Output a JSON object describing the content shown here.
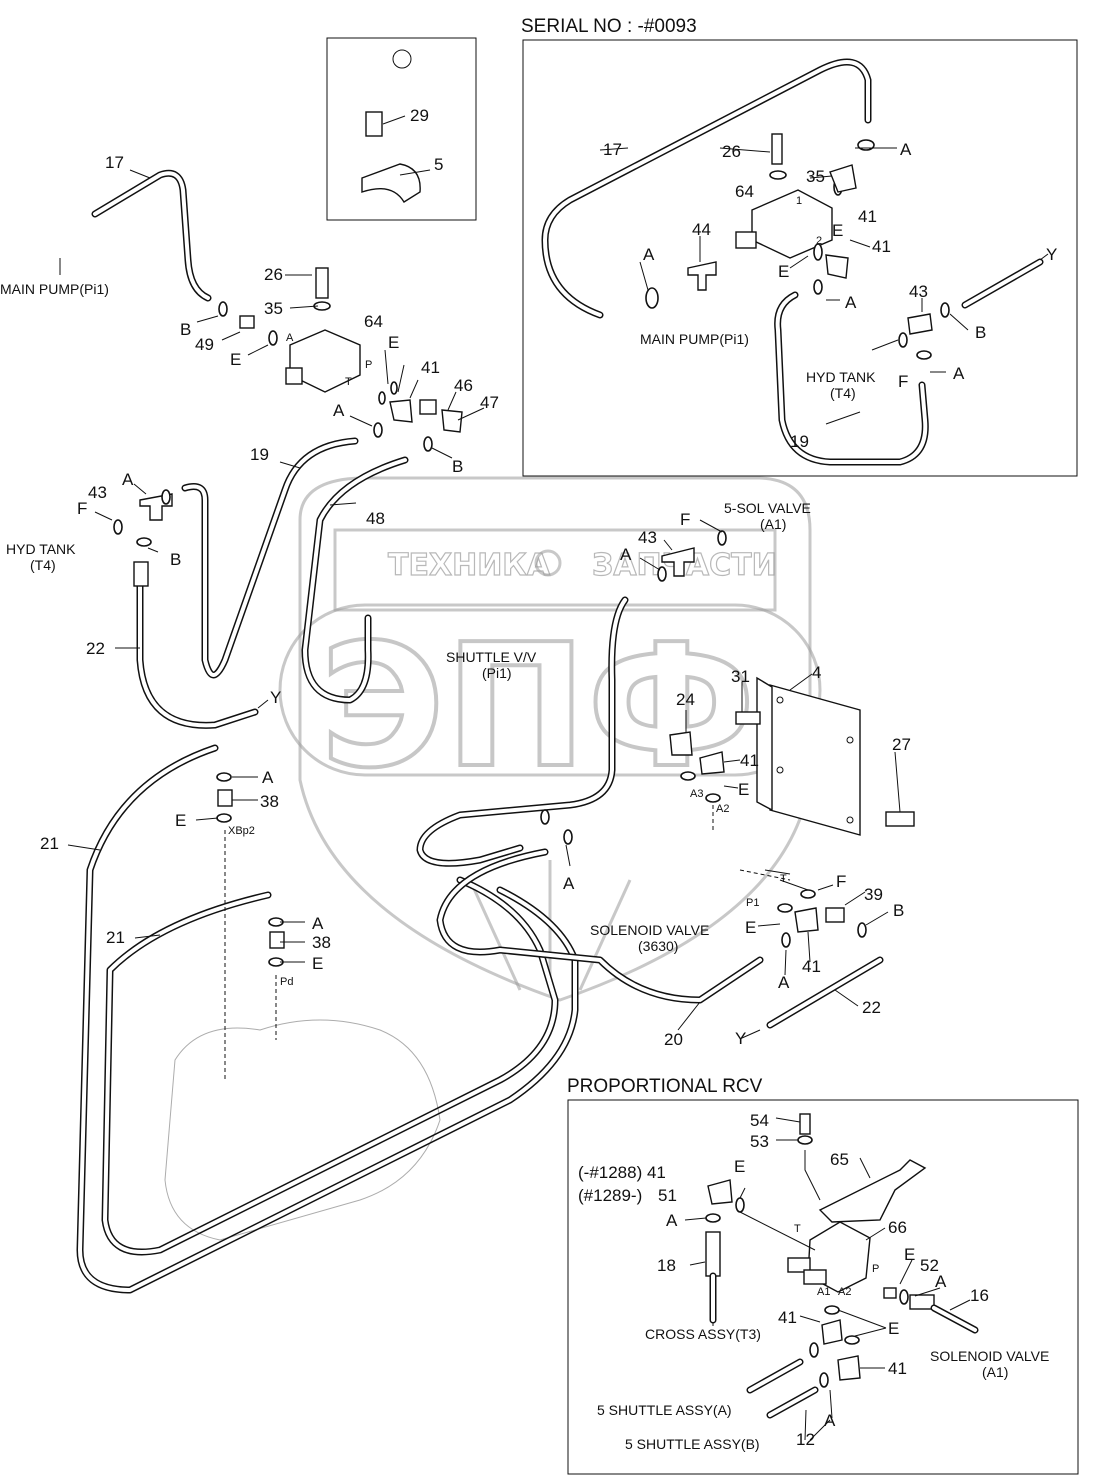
{
  "header": {
    "serial_no": "SERIAL NO : -#0093",
    "proportional_title": "PROPORTIONAL RCV"
  },
  "watermark": {
    "top_text_left": "ТЕХНИКА",
    "top_text_right": "ЗАПЧАСТИ"
  },
  "main_labels": {
    "p17": "17",
    "main_pump": "MAIN PUMP(Pi1)",
    "p26": "26",
    "p35": "35",
    "p64": "64",
    "pB1": "B",
    "p49": "49",
    "pE1": "E",
    "pE2": "E",
    "pA_port": "A",
    "pP_port": "P",
    "pT_port": "T",
    "p41": "41",
    "p46": "46",
    "p47": "47",
    "pA1": "A",
    "pB2": "B",
    "p19": "19",
    "p48": "48",
    "p43": "43",
    "pA2": "A",
    "pF1": "F",
    "hyd_tank": "HYD TANK",
    "t4": "(T4)",
    "pB3": "B",
    "p22": "22",
    "pY1": "Y",
    "shuttle": "SHUTTLE V/V",
    "pi1": "(Pi1)",
    "p5sol": "5-SOL VALVE",
    "a1": "(A1)",
    "pF2": "F",
    "p43b": "43",
    "pA3": "A",
    "p31": "31",
    "p4": "4",
    "p24": "24",
    "p41b": "41",
    "pE3": "E",
    "a3": "A3",
    "a2": "A2",
    "p27": "27",
    "p21a": "21",
    "pA4": "A",
    "p38a": "38",
    "pE4": "E",
    "xbp2": "XBp2",
    "pA5": "A",
    "p21b": "21",
    "pA6": "A",
    "p38b": "38",
    "pE5": "E",
    "pd": "Pd",
    "pT2": "T",
    "pF3": "F",
    "p39": "39",
    "pP1": "P1",
    "pB4": "B",
    "pE6": "E",
    "sol_valve": "SOLENOID VALVE",
    "sol_num": "(3630)",
    "pA7": "A",
    "p41c": "41",
    "p22b": "22",
    "p20": "20",
    "pY2": "Y",
    "p29": "29",
    "p5": "5"
  },
  "serial_box": {
    "s17": "17",
    "s26": "26",
    "s35": "35",
    "sA1": "A",
    "s64": "64",
    "s1": "1",
    "sE1": "E",
    "s41": "41",
    "s44": "44",
    "sA2": "A",
    "s2": "2",
    "sE2": "E",
    "s41b": "41",
    "sY": "Y",
    "sA3": "A",
    "s43": "43",
    "sB": "B",
    "main_pump": "MAIN PUMP(Pi1)",
    "hyd_tank": "HYD TANK",
    "t4": "(T4)",
    "sF": "F",
    "sA4": "A",
    "s19": "19"
  },
  "rcv_box": {
    "r54": "54",
    "r53": "53",
    "r65": "65",
    "r1288": "(-#1288) 41",
    "r1289": "(#1289-)",
    "r51": "51",
    "rE1": "E",
    "rA1": "A",
    "r66": "66",
    "rT": "T",
    "r18": "18",
    "rE2": "E",
    "r52": "52",
    "rP": "P",
    "rA2": "A",
    "r16": "16",
    "rA1p": "A1",
    "rA2p": "A2",
    "cross": "CROSS ASSY(T3)",
    "r41a": "41",
    "rE3": "E",
    "sol": "SOLENOID VALVE",
    "sol_a1": "(A1)",
    "r41b": "41",
    "sh_a": "5 SHUTTLE ASSY(A)",
    "rA3": "A",
    "sh_b": "5 SHUTTLE ASSY(B)",
    "r12": "12"
  },
  "colors": {
    "line": "#111111",
    "watermark": "#9a9a9a",
    "background": "#ffffff"
  }
}
